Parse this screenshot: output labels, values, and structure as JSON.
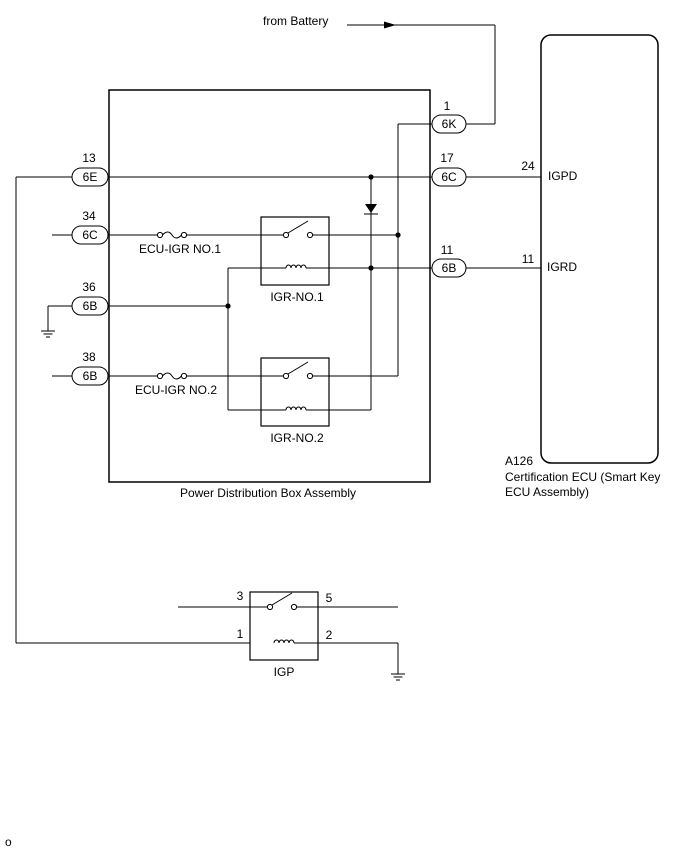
{
  "source": {
    "label": "from Battery"
  },
  "pdb": {
    "label": "Power Distribution Box Assembly",
    "fuse1": "ECU-IGR NO.1",
    "fuse2": "ECU-IGR NO.2",
    "relay1": "IGR-NO.1",
    "relay2": "IGR-NO.2"
  },
  "connectors": {
    "k6": {
      "pin": "1",
      "code": "6K"
    },
    "e6": {
      "pin": "13",
      "code": "6E"
    },
    "c6r": {
      "pin": "17",
      "code": "6C"
    },
    "c6l": {
      "pin": "34",
      "code": "6C"
    },
    "b6r": {
      "pin": "11",
      "code": "6B"
    },
    "b6a": {
      "pin": "36",
      "code": "6B"
    },
    "b6b": {
      "pin": "38",
      "code": "6B"
    }
  },
  "ecu": {
    "code": "A126",
    "name_line1": "Certification ECU (Smart Key",
    "name_line2": "ECU Assembly)",
    "igpd_pin": "24",
    "igpd": "IGPD",
    "igrd_pin": "11",
    "igrd": "IGRD"
  },
  "igp": {
    "label": "IGP",
    "pin3": "3",
    "pin5": "5",
    "pin1": "1",
    "pin2": "2"
  },
  "footer": {
    "mark": "o"
  }
}
